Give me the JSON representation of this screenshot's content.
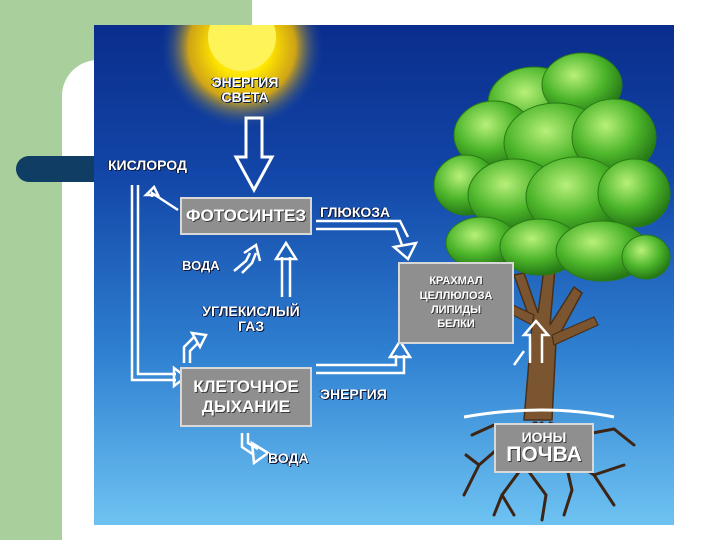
{
  "diagram": {
    "sun_label_line1": "ЭНЕРГИЯ",
    "sun_label_line2": "СВЕТА",
    "oxygen": "КИСЛОРОД",
    "photosynthesis": "ФОТОСИНТЕЗ",
    "glucose": "ГЛЮКОЗА",
    "water_in": "ВОДА",
    "co2_line1": "УГЛЕКИСЛЫЙ",
    "co2_line2": "ГАЗ",
    "respiration_line1": "КЛЕТОЧНОЕ",
    "respiration_line2": "ДЫХАНИЕ",
    "energy": "ЭНЕРГИЯ",
    "water_out": "ВОДА",
    "products": [
      "КРАХМАЛ",
      "ЦЕЛЛЮЛОЗА",
      "ЛИПИДЫ",
      "БЕЛКИ"
    ],
    "ions": "ИОНЫ",
    "soil": "ПОЧВА"
  },
  "colors": {
    "sky_top": "#0a2d8c",
    "sky_bottom": "#6ec3f2",
    "sun": "#ffe600",
    "box": "#8f8f8f",
    "arrow": "#ffffff",
    "leaf": "#3a9a1c",
    "trunk": "#7a5530",
    "roots": "#4a2b1a"
  },
  "icons": [
    "sun-icon",
    "tree-icon",
    "roots-icon",
    "arrow-icon"
  ]
}
